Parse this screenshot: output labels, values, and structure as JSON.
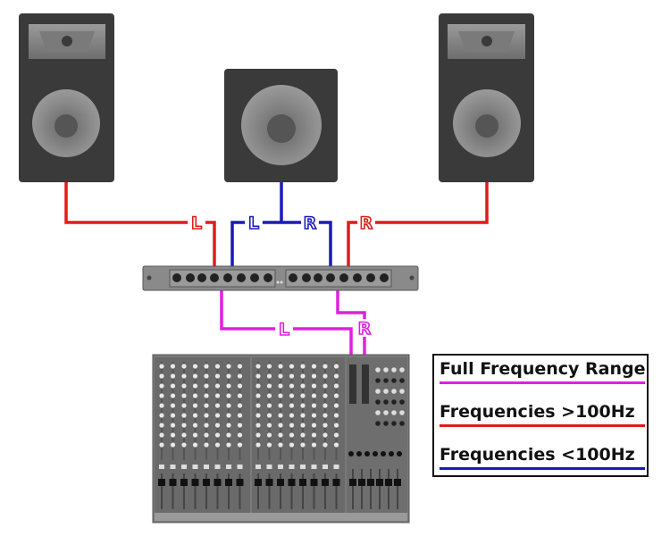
{
  "colors": {
    "full": "#e020e0",
    "high": "#e01b1b",
    "low": "#1a1ab8",
    "speaker_body": "#3a3a3a",
    "rack": "#808080",
    "mixer": "#7a7a7a"
  },
  "cable_labels": {
    "high_left": "L",
    "high_right": "R",
    "low_left": "L",
    "low_right": "R",
    "full_left": "L",
    "full_right": "R"
  },
  "legend": {
    "full": {
      "label": "Full Frequency Range",
      "color": "#e020e0"
    },
    "high": {
      "label": "Frequencies >100Hz",
      "color": "#e01b1b"
    },
    "low": {
      "label": "Frequencies <100Hz",
      "color": "#1a1ab8"
    }
  }
}
